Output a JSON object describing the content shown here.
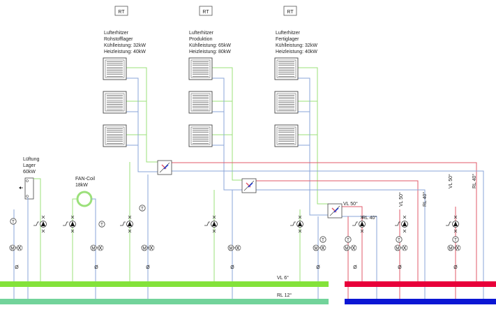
{
  "thermostat_label": "RT",
  "units": [
    {
      "line1": "Lufterhitzer",
      "line2": "Rohstofflager",
      "cooling": "Kühlleistung: 32kW",
      "heating": "Heizleistung: 40kW"
    },
    {
      "line1": "Lufterhitzer",
      "line2": "Produktion",
      "cooling": "Kühlleistung: 65kW",
      "heating": "Heizleistung: 80kW"
    },
    {
      "line1": "Lufterhitzer",
      "line2": "Fertiglager",
      "cooling": "Kühlleistung: 32kW",
      "heating": "Heizleistung: 40kW"
    }
  ],
  "ventilation": {
    "line1": "Lüftung",
    "line2": "Lager",
    "power": "60kW"
  },
  "fancoil": {
    "line1": "FAN-Coil",
    "power": "18kW"
  },
  "temp_sensor": "T",
  "motor_valve": "M",
  "flow_meter": "Ø",
  "hx_labels": {
    "vl": "VL 50°",
    "rl": "RL 40°"
  },
  "branch_labels": [
    {
      "vl": "VL 50°",
      "rl": "RL 40°"
    },
    {
      "vl": "VL 50°",
      "rl": "RL 40°"
    }
  ],
  "header_labels": {
    "cold_supply": "VL 6°",
    "cold_return": "RL 12°"
  },
  "colors": {
    "pipe_green": "#9be07a",
    "pipe_lightgreen": "#a7d9a7",
    "pipe_blue": "#8aa4d8",
    "pipe_red": "#e05a6a",
    "header_cold_supply": "#84e23a",
    "header_cold_return": "#72d39a",
    "header_hot_supply": "#e8003a",
    "header_hot_return": "#0b16d4"
  }
}
